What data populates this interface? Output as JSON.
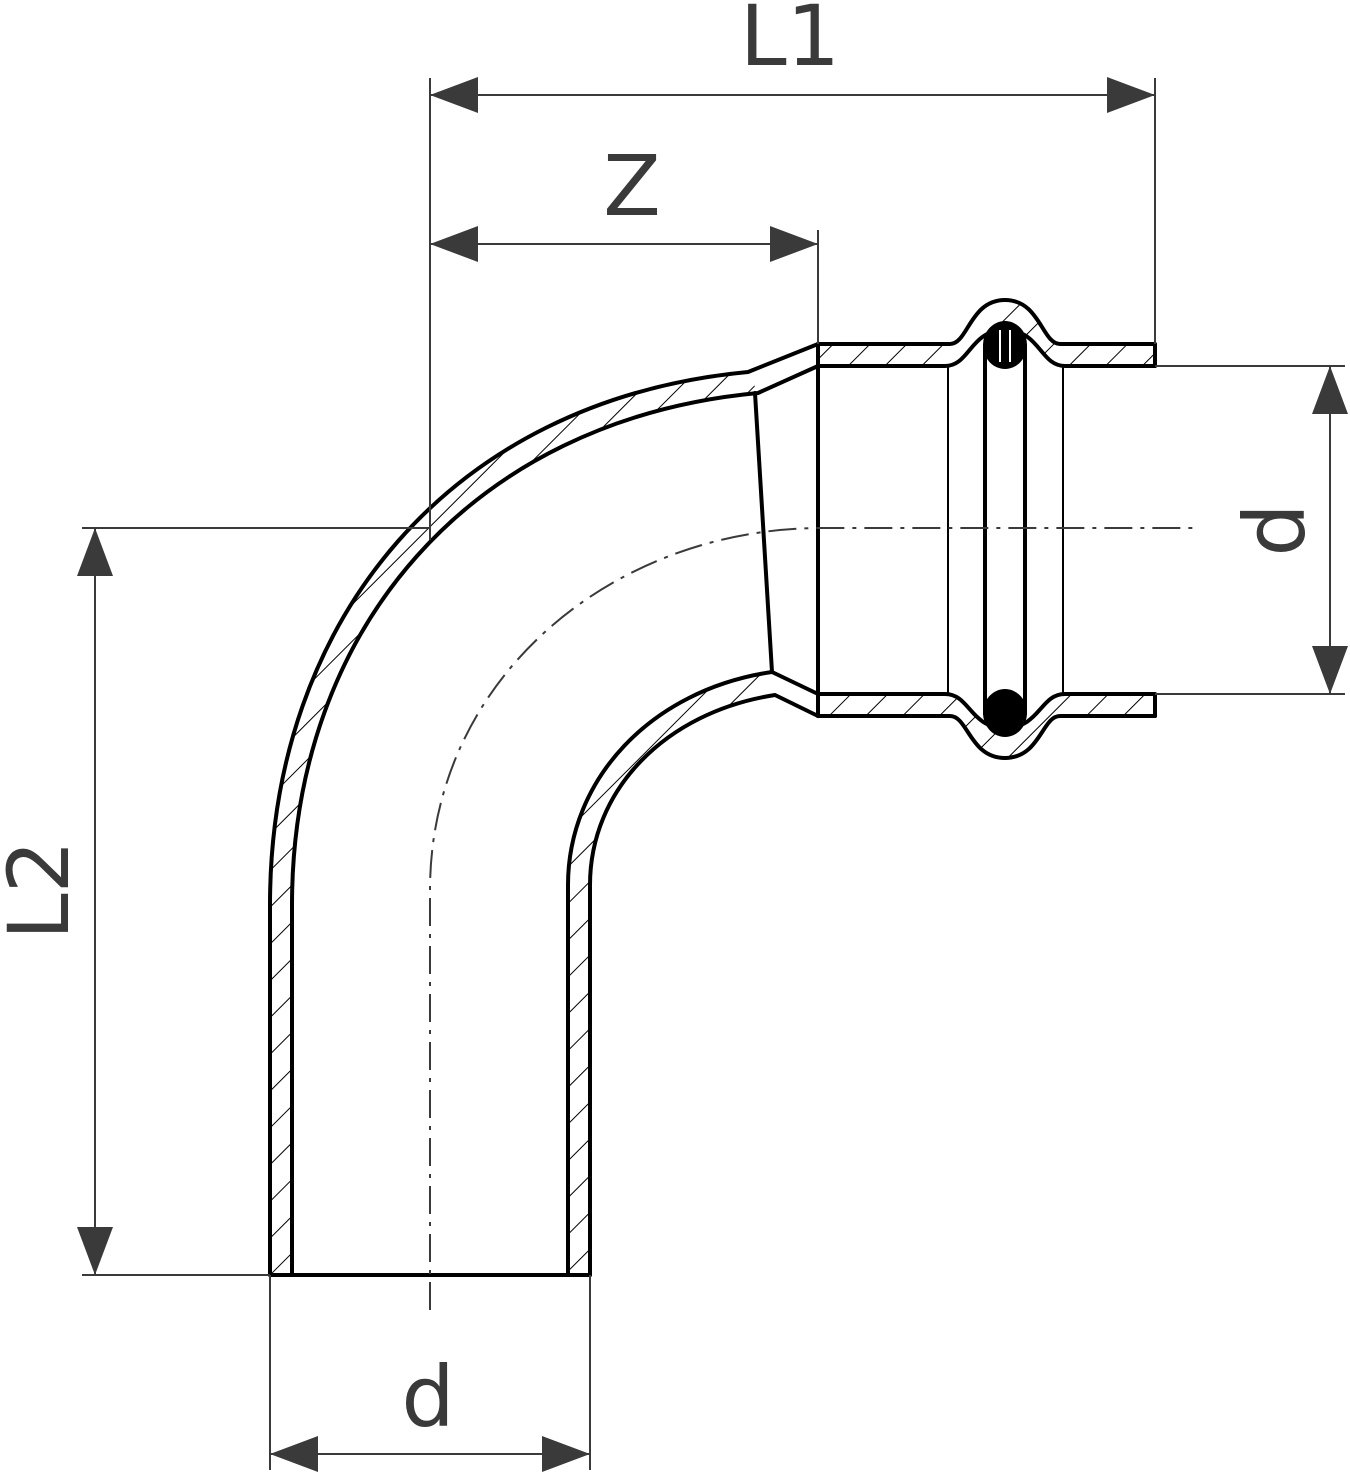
{
  "figure": {
    "description_labels": {
      "length_1": "L1",
      "length_2": "L2",
      "insertion_depth": "Z",
      "diameter_right": "d",
      "diameter_bottom": "d"
    }
  }
}
